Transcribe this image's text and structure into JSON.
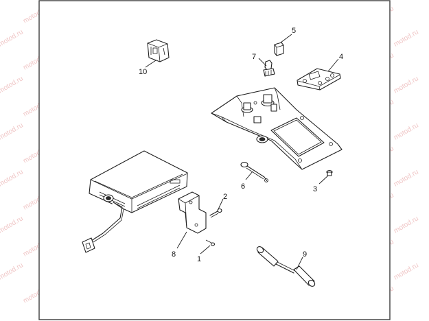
{
  "watermark": {
    "text": "motod.ru",
    "color": "#f0c6c6"
  },
  "callouts": [
    {
      "label": "1"
    },
    {
      "label": "2"
    },
    {
      "label": "3"
    },
    {
      "label": "4"
    },
    {
      "label": "5"
    },
    {
      "label": "6"
    },
    {
      "label": "7"
    },
    {
      "label": "8"
    },
    {
      "label": "9"
    },
    {
      "label": "10"
    }
  ]
}
